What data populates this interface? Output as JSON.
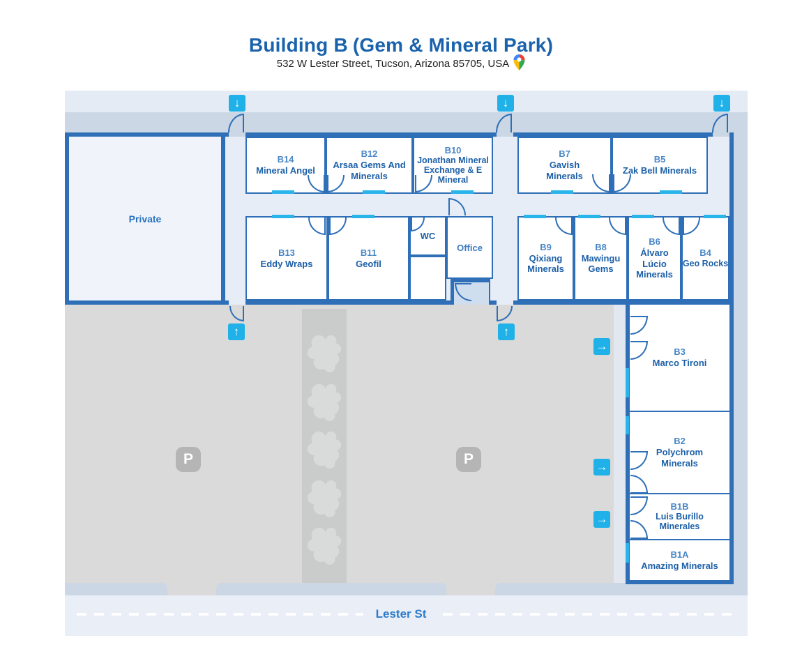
{
  "header": {
    "title_primary": "Building B",
    "title_secondary": "(Gem & Mineral Park)",
    "address": "532 W Lester Street, Tucson, Arizona 85705, USA"
  },
  "map": {
    "street": {
      "label": "Lester St"
    },
    "labels": {
      "private": "Private",
      "wc": "WC",
      "office": "Office",
      "parking": "P"
    },
    "icons": {
      "down_arrow": "↓",
      "up_arrow": "↑",
      "right_arrow": "→",
      "map_pin": "google-maps-pin"
    },
    "rooms": [
      {
        "id": "B14",
        "name": "Mineral Angel"
      },
      {
        "id": "B12",
        "name": "Arsaa Gems And Minerals"
      },
      {
        "id": "B10",
        "name": "Jonathan Mineral Exchange & E Mineral"
      },
      {
        "id": "B7",
        "name": "Gavish Minerals"
      },
      {
        "id": "B5",
        "name": "Zak Bell Minerals"
      },
      {
        "id": "B13",
        "name": "Eddy Wraps"
      },
      {
        "id": "B11",
        "name": "Geofil"
      },
      {
        "id": "B9",
        "name": "Qixiang Minerals"
      },
      {
        "id": "B8",
        "name": "Mawingu Gems"
      },
      {
        "id": "B6",
        "name": "Álvaro Lúcio Minerals"
      },
      {
        "id": "B4",
        "name": "Geo Rocks"
      },
      {
        "id": "B3",
        "name": "Marco Tironi"
      },
      {
        "id": "B2",
        "name": "Polychrom Minerals"
      },
      {
        "id": "B1B",
        "name": "Luis Burillo Minerales"
      },
      {
        "id": "B1A",
        "name": "Amazing Minerals"
      }
    ],
    "colors": {
      "wall": "#2e6fb7",
      "accent_cyan": "#29b4ea",
      "room_name_text": "#1d60a8",
      "unit_text": "#4a87c7",
      "walkway": "#cbd7e4",
      "street": "#e9eef7",
      "parking": "#dadada"
    }
  }
}
